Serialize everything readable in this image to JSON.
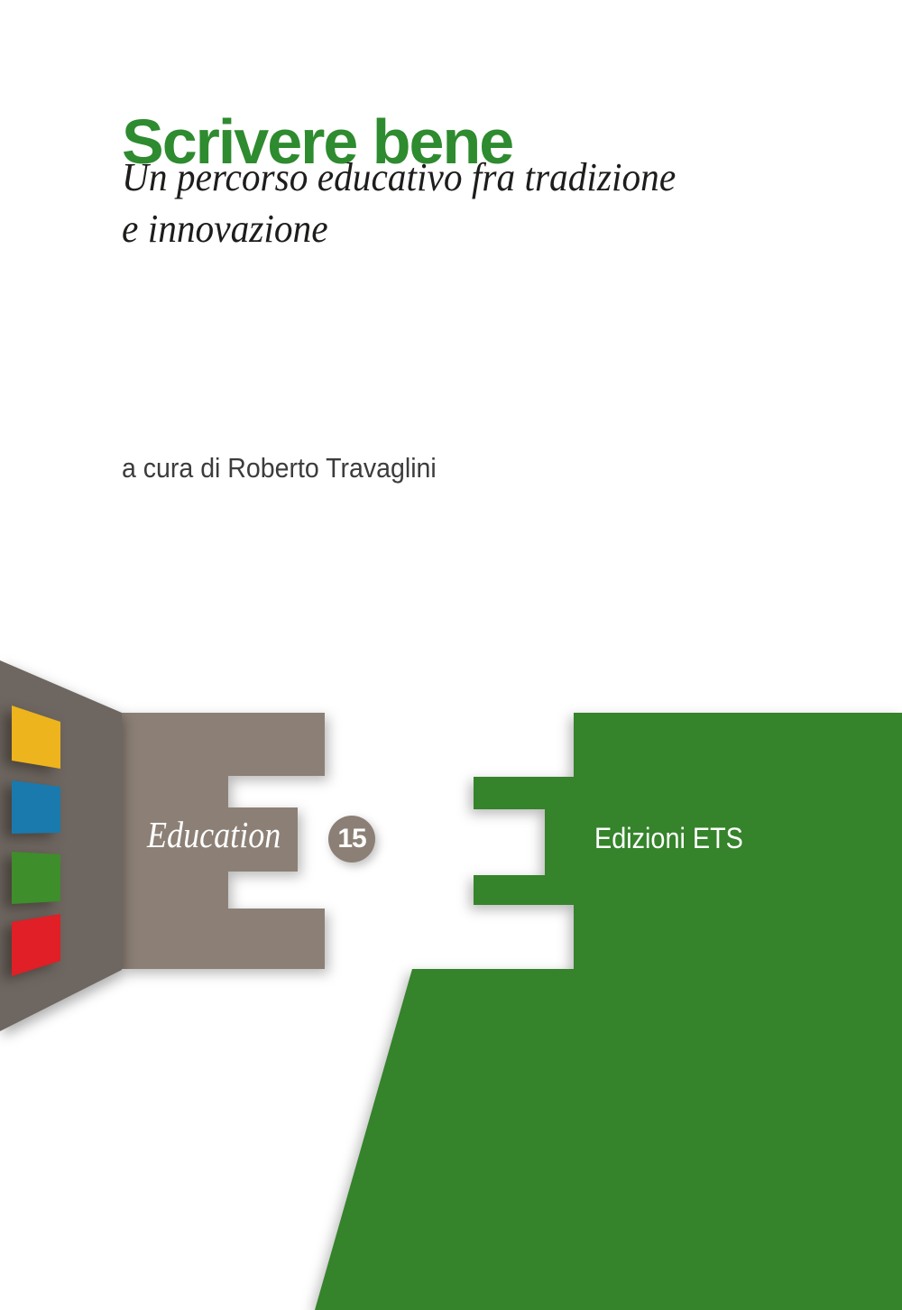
{
  "cover": {
    "title": "Scrivere bene",
    "subtitle_line1": "Un percorso educativo fra tradizione",
    "subtitle_line2": "e innovazione",
    "author_credit": "a cura di Roberto Travaglini"
  },
  "series": {
    "name": "Education",
    "number": "15"
  },
  "publisher": {
    "name": "Edizioni ETS"
  },
  "colors": {
    "title_green": "#2e8b2f",
    "brand_green": "#35832b",
    "block_gray": "#8c8076",
    "panel_dark": "#6e6660",
    "subtitle_dark": "#1d1d1b",
    "author_gray": "#3c3c3b",
    "white_text": "#ffffff",
    "sticker_yellow": "#eeb41d",
    "sticker_blue": "#1a7aad",
    "sticker_green": "#3e8e2b",
    "sticker_red": "#e01f26"
  }
}
